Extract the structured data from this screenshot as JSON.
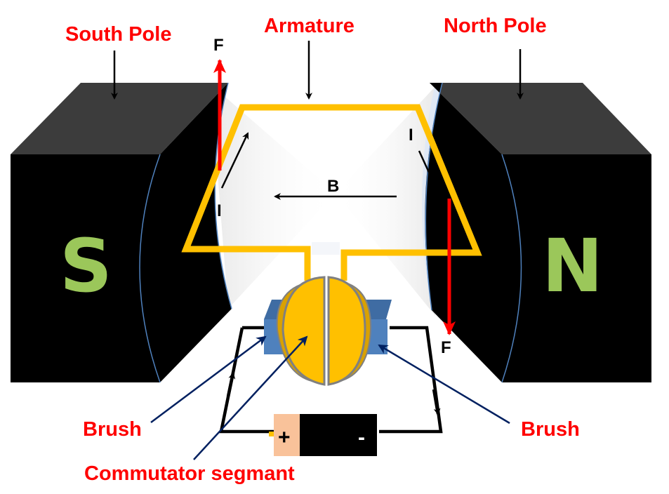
{
  "labels": {
    "south_pole": "South Pole",
    "north_pole": "North Pole",
    "armature": "Armature",
    "brush_left": "Brush",
    "brush_right": "Brush",
    "commutator": "Commutator segmant",
    "force_top": "F",
    "force_bottom": "F",
    "current_left": "I",
    "current_right": "I",
    "field": "B"
  },
  "poles": {
    "south_letter": "S",
    "north_letter": "N"
  },
  "battery": {
    "positive": "+",
    "negative": "-"
  },
  "colors": {
    "label_red": "#ff0000",
    "armature_wire": "#ffc000",
    "magnet_body": "#000000",
    "pole_letter": "#9bc75a",
    "brush": "#4f81bd",
    "force_arrow": "#ff0000",
    "battery_positive": "#f9c29a",
    "pointer_navy": "#002060"
  }
}
